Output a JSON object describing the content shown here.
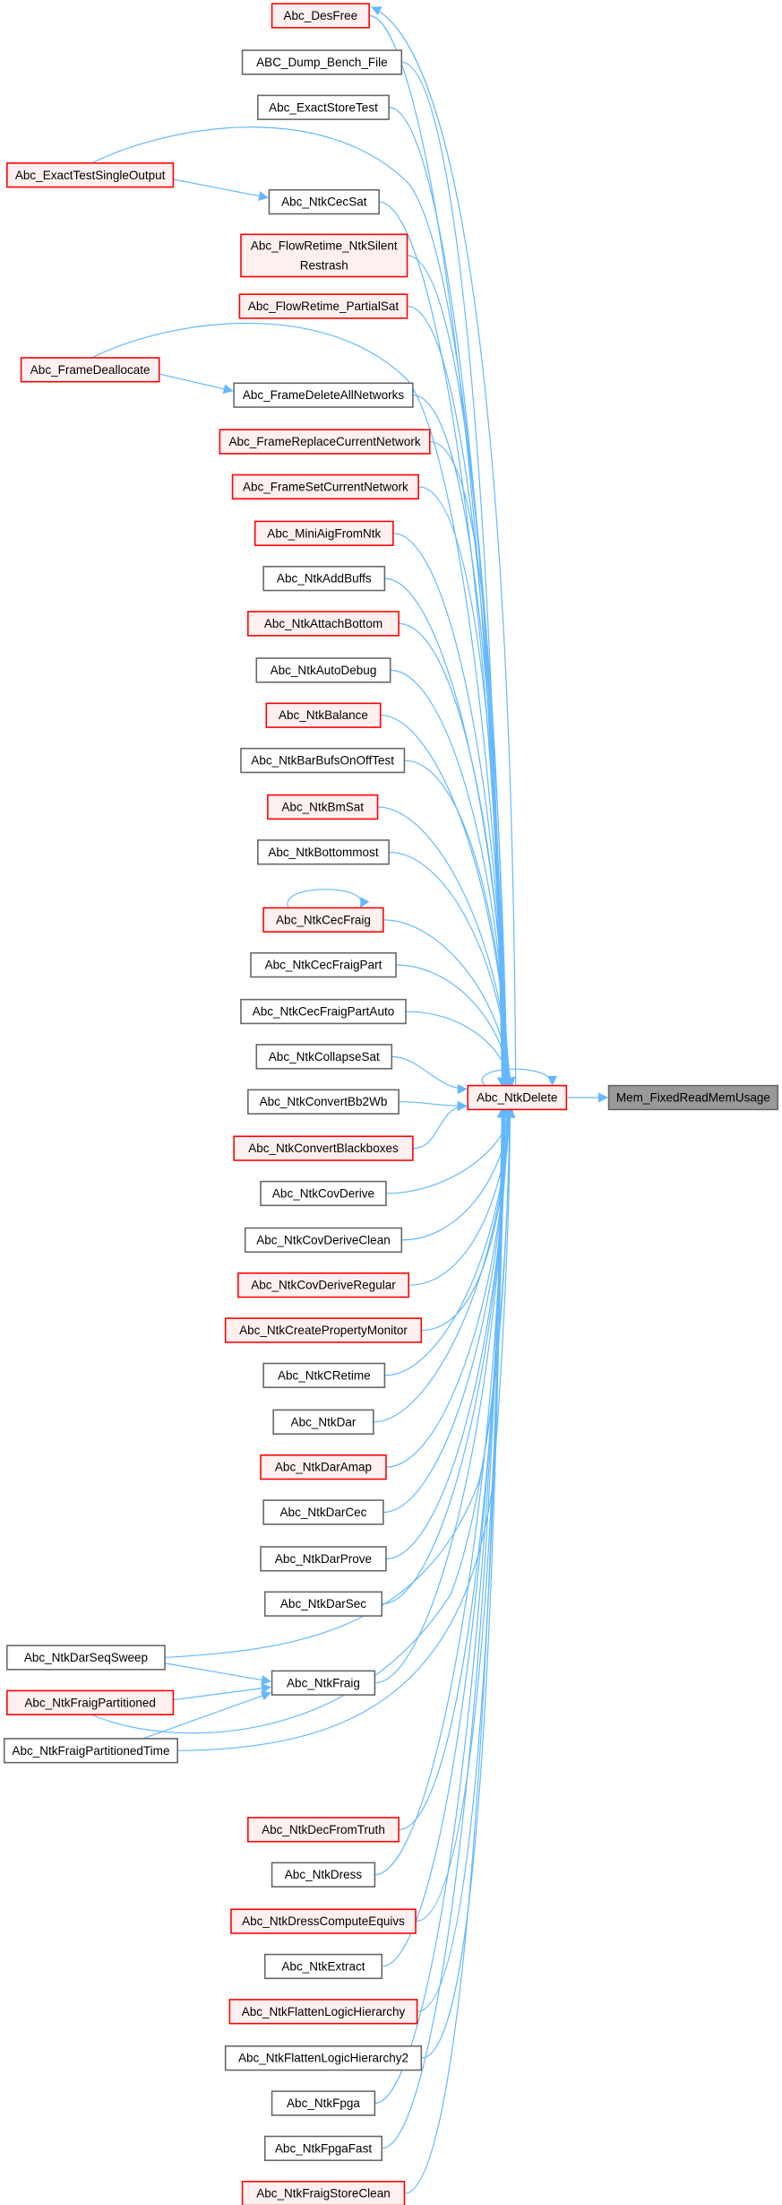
{
  "graph": {
    "type": "caller-graph",
    "colors": {
      "edge": "#63b8ff",
      "red_border": "#ff0000",
      "red_fill": "#fff0f0",
      "plain_border": "#666666",
      "focus_fill": "#999999"
    },
    "nodes": [
      {
        "label": "Abc_DesFree",
        "style": "red"
      },
      {
        "label": "ABC_Dump_Bench_File",
        "style": "plain"
      },
      {
        "label": "Abc_ExactStoreTest",
        "style": "plain"
      },
      {
        "label": "Abc_ExactTestSingleOutput",
        "style": "red"
      },
      {
        "label": "Abc_NtkCecSat",
        "style": "plain"
      },
      {
        "label": "Abc_FlowRetime_NtkSilent",
        "label2": "Restrash",
        "style": "red"
      },
      {
        "label": "Abc_FlowRetime_PartialSat",
        "style": "red"
      },
      {
        "label": "Abc_FrameDeallocate",
        "style": "red"
      },
      {
        "label": "Abc_FrameDeleteAllNetworks",
        "style": "plain"
      },
      {
        "label": "Abc_FrameReplaceCurrentNetwork",
        "style": "red"
      },
      {
        "label": "Abc_FrameSetCurrentNetwork",
        "style": "red"
      },
      {
        "label": "Abc_MiniAigFromNtk",
        "style": "red"
      },
      {
        "label": "Abc_NtkAddBuffs",
        "style": "plain"
      },
      {
        "label": "Abc_NtkAttachBottom",
        "style": "red"
      },
      {
        "label": "Abc_NtkAutoDebug",
        "style": "plain"
      },
      {
        "label": "Abc_NtkBalance",
        "style": "red"
      },
      {
        "label": "Abc_NtkBarBufsOnOffTest",
        "style": "plain"
      },
      {
        "label": "Abc_NtkBmSat",
        "style": "red"
      },
      {
        "label": "Abc_NtkBottommost",
        "style": "plain"
      },
      {
        "label": "Abc_NtkCecFraig",
        "style": "red"
      },
      {
        "label": "Abc_NtkCecFraigPart",
        "style": "plain"
      },
      {
        "label": "Abc_NtkCecFraigPartAuto",
        "style": "plain"
      },
      {
        "label": "Abc_NtkCollapseSat",
        "style": "plain"
      },
      {
        "label": "Abc_NtkConvertBb2Wb",
        "style": "plain"
      },
      {
        "label": "Abc_NtkConvertBlackboxes",
        "style": "red"
      },
      {
        "label": "Abc_NtkCovDerive",
        "style": "plain"
      },
      {
        "label": "Abc_NtkCovDeriveClean",
        "style": "plain"
      },
      {
        "label": "Abc_NtkCovDeriveRegular",
        "style": "red"
      },
      {
        "label": "Abc_NtkCreatePropertyMonitor",
        "style": "red"
      },
      {
        "label": "Abc_NtkCRetime",
        "style": "plain"
      },
      {
        "label": "Abc_NtkDar",
        "style": "plain"
      },
      {
        "label": "Abc_NtkDarAmap",
        "style": "red"
      },
      {
        "label": "Abc_NtkDarCec",
        "style": "plain"
      },
      {
        "label": "Abc_NtkDarProve",
        "style": "plain"
      },
      {
        "label": "Abc_NtkDarSec",
        "style": "plain"
      },
      {
        "label": "Abc_NtkDarSeqSweep",
        "style": "plain"
      },
      {
        "label": "Abc_NtkFraig",
        "style": "plain"
      },
      {
        "label": "Abc_NtkFraigPartitioned",
        "style": "red"
      },
      {
        "label": "Abc_NtkFraigPartitionedTime",
        "style": "plain"
      },
      {
        "label": "Abc_NtkDecFromTruth",
        "style": "red"
      },
      {
        "label": "Abc_NtkDress",
        "style": "plain"
      },
      {
        "label": "Abc_NtkDressComputeEquivs",
        "style": "red"
      },
      {
        "label": "Abc_NtkExtract",
        "style": "plain"
      },
      {
        "label": "Abc_NtkFlattenLogicHierarchy",
        "style": "red"
      },
      {
        "label": "Abc_NtkFlattenLogicHierarchy2",
        "style": "plain"
      },
      {
        "label": "Abc_NtkFpga",
        "style": "plain"
      },
      {
        "label": "Abc_NtkFpgaFast",
        "style": "plain"
      },
      {
        "label": "Abc_NtkFraigStoreClean",
        "style": "red"
      },
      {
        "label": "Abc_NtkDelete",
        "style": "red"
      },
      {
        "label": "Mem_FixedReadMemUsage",
        "style": "focus"
      }
    ],
    "edges": [
      [
        3,
        4
      ],
      [
        7,
        8
      ],
      [
        35,
        36
      ],
      [
        37,
        36
      ],
      [
        38,
        36
      ],
      [
        19,
        19
      ],
      [
        48,
        48
      ],
      [
        48,
        0
      ],
      [
        48,
        49
      ]
    ],
    "callers_of_ntkdelete": [
      0,
      1,
      2,
      3,
      4,
      5,
      6,
      7,
      8,
      9,
      10,
      11,
      12,
      13,
      14,
      15,
      16,
      17,
      18,
      19,
      20,
      21,
      22,
      23,
      24,
      25,
      26,
      27,
      28,
      29,
      30,
      31,
      32,
      33,
      34,
      35,
      36,
      37,
      38,
      39,
      40,
      41,
      42,
      43,
      44,
      45,
      46,
      47
    ]
  }
}
